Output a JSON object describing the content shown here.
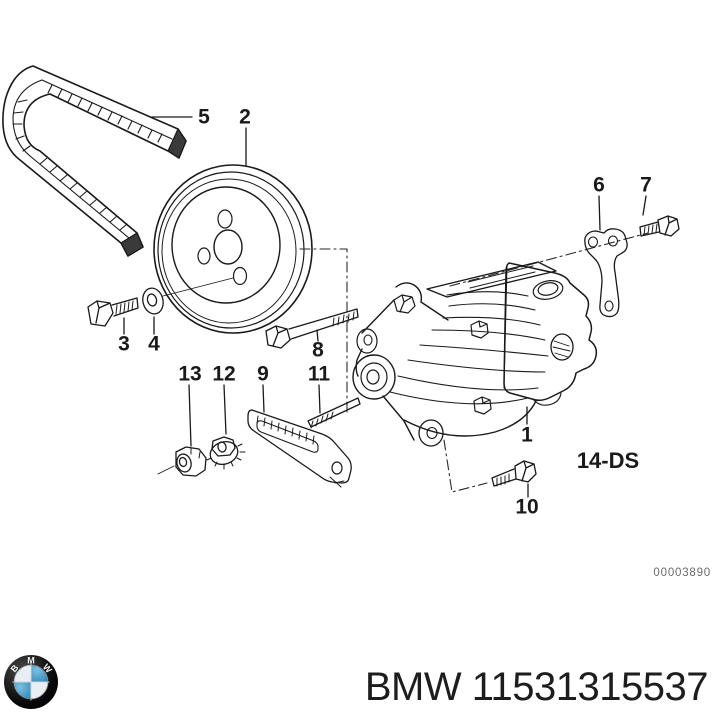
{
  "diagram": {
    "callouts": [
      {
        "label": "1"
      },
      {
        "label": "2"
      },
      {
        "label": "3"
      },
      {
        "label": "4"
      },
      {
        "label": "5"
      },
      {
        "label": "6"
      },
      {
        "label": "7"
      },
      {
        "label": "8"
      },
      {
        "label": "9"
      },
      {
        "label": "10"
      },
      {
        "label": "11"
      },
      {
        "label": "12"
      },
      {
        "label": "13"
      }
    ],
    "variant_label": "14-DS",
    "doc_number": "00003890"
  },
  "footer": {
    "brand": "BMW",
    "part_number": "11531315537",
    "logo_letters": [
      "B",
      "M",
      "W"
    ]
  },
  "colors": {
    "line": "#1a1a1a",
    "bmw_blue": "#3f97c6",
    "text": "#1d1d1d",
    "doc_number_gray": "#6b6b6b"
  }
}
